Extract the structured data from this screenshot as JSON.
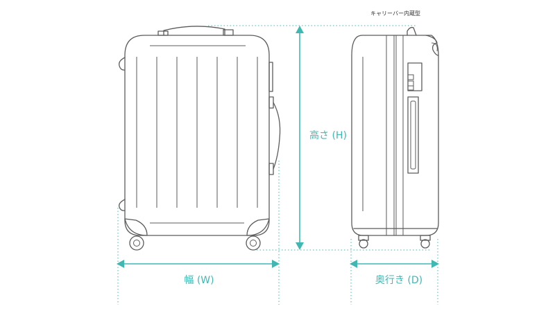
{
  "labels": {
    "height": "高さ (H)",
    "width": "幅 (W)",
    "depth": "奥行き (D)",
    "handle_note": "キャリーバー内蔵型"
  },
  "colors": {
    "dimension": "#3fb8b3",
    "outline": "#5a5a5a"
  }
}
